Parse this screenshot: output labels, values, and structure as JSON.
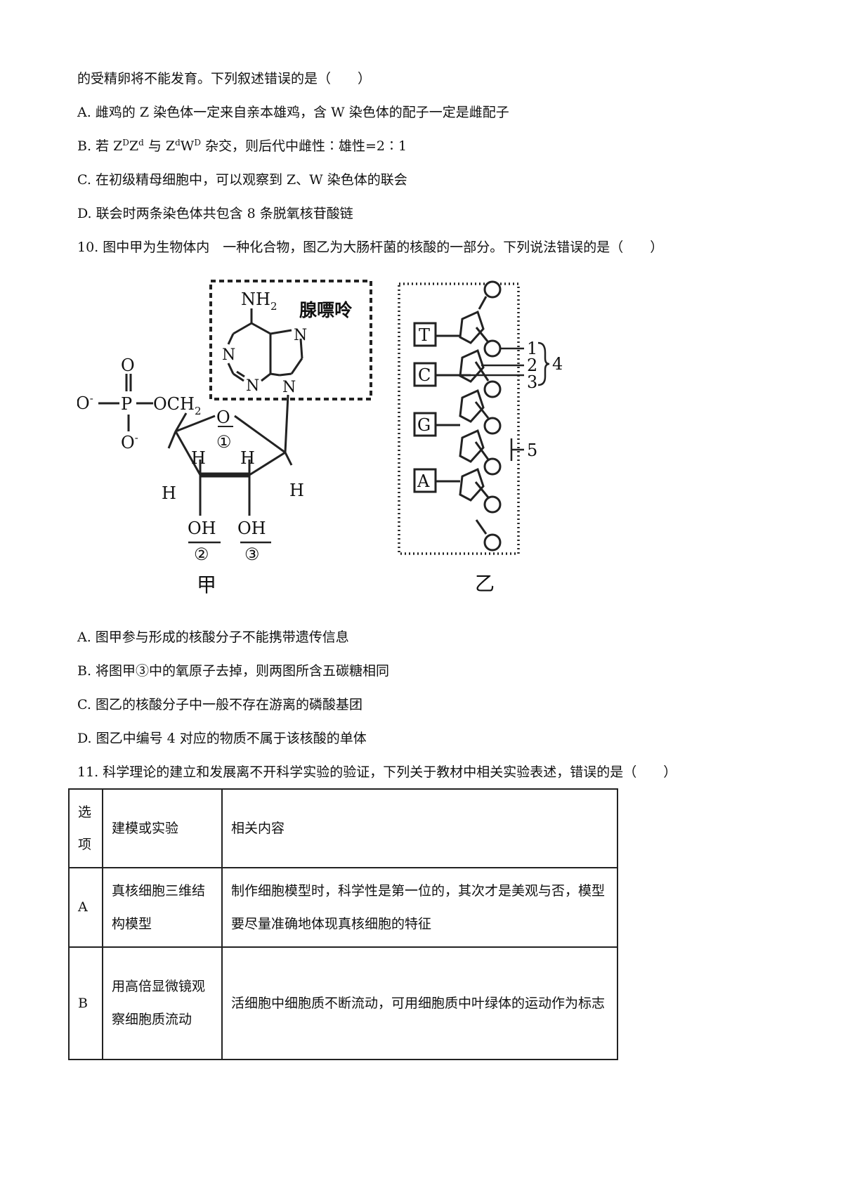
{
  "q9": {
    "stem_cont": "的受精卵将不能发育。下列叙述错误的是（　　）",
    "optA": "A. 雌鸡的 Z 染色体一定来自亲本雄鸡，含 W 染色体的配子一定是雌配子",
    "optB": {
      "prefix": "B. 若 Z",
      "s1": "D",
      "mid1": "Z",
      "s2": "d",
      "mid2": " 与 Z",
      "s3": "d",
      "mid3": "W",
      "s4": "D",
      "suffix": " 杂交，则后代中雌性∶雄性=2∶1"
    },
    "optC": "C. 在初级精母细胞中，可以观察到 Z、W 染色体的联会",
    "optD": "D. 联会时两条染色体共包含 8 条脱氧核苷酸链"
  },
  "q10": {
    "stem": "10. 图中甲为生物体内　一种化合物，图乙为大肠杆菌的核酸的一部分。下列说法错误的是（　　）",
    "figure_jia": {
      "nh2_n": "NH",
      "nh2_sub": "2",
      "base_name": "腺嘌呤",
      "atom_n": "N",
      "atom_o": "O",
      "atom_p": "P",
      "o_minus": "O",
      "minus": "-",
      "och2": "OCH",
      "sub2": "2",
      "atom_h": "H",
      "oh": "OH",
      "m1": "①",
      "m2": "②",
      "m3": "③",
      "label": "甲"
    },
    "figure_yi": {
      "bases": [
        "T",
        "C",
        "G",
        "A"
      ],
      "n1": "1",
      "n2": "2",
      "n3": "3",
      "n4": "4",
      "n5": "5",
      "label": "乙"
    },
    "optA": "A. 图甲参与形成的核酸分子不能携带遗传信息",
    "optB": "B. 将图甲③中的氧原子去掉，则两图所含五碳糖相同",
    "optC": "C. 图乙的核酸分子中一般不存在游离的磷酸基团",
    "optD": "D. 图乙中编号 4 对应的物质不属于该核酸的单体"
  },
  "q11": {
    "stem": "11. 科学理论的建立和发展离不开科学实验的验证，下列关于教材中相关实验表述，错误的是（　　）",
    "table": {
      "header": {
        "c1": "选项",
        "c2": "建模或实验",
        "c3": "相关内容"
      },
      "rows": [
        {
          "c1": "A",
          "c2": "真核细胞三维结构模型",
          "c3": "制作细胞模型时，科学性是第一位的，其次才是美观与否，模型要尽量准确地体现真核细胞的特征"
        },
        {
          "c1": "B",
          "c2": "用高倍显微镜观察细胞质流动",
          "c3": "活细胞中细胞质不断流动，可用细胞质中叶绿体的运动作为标志"
        }
      ]
    }
  }
}
